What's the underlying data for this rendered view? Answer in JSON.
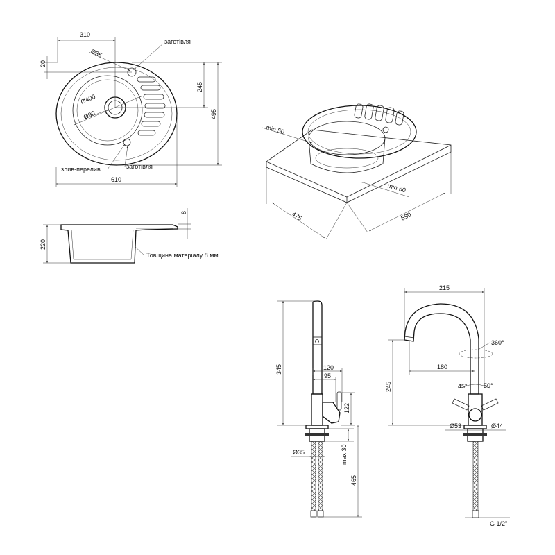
{
  "sink_top": {
    "dim_310": "310",
    "dim_d35": "Ø35",
    "dim_20": "20",
    "dim_245": "245",
    "dim_495": "495",
    "dim_d400": "Ø400",
    "dim_d90": "Ø90",
    "dim_610": "610",
    "label_blank_top": "заготівля",
    "label_overflow": "злив-перелив",
    "label_blank_bottom": "заготівля"
  },
  "sink_side": {
    "dim_8": "8",
    "dim_220": "220",
    "label_thickness": "Товщина матеріалу 8 мм"
  },
  "sink_iso": {
    "dim_min50_top": "min 50",
    "dim_min50_bottom": "min 50",
    "dim_475": "475",
    "dim_590": "590"
  },
  "faucet_side": {
    "dim_345": "345",
    "dim_120": "120",
    "dim_95": "95",
    "dim_122": "122",
    "dim_d35": "Ø35",
    "dim_max30": "max 30",
    "dim_465": "465"
  },
  "faucet_front": {
    "dim_215": "215",
    "dim_360": "360°",
    "dim_180": "180",
    "dim_245": "245",
    "dim_45": "45°",
    "dim_50": "50°",
    "dim_d53": "Ø53",
    "dim_d44": "Ø44",
    "dim_g12": "G 1/2\""
  }
}
